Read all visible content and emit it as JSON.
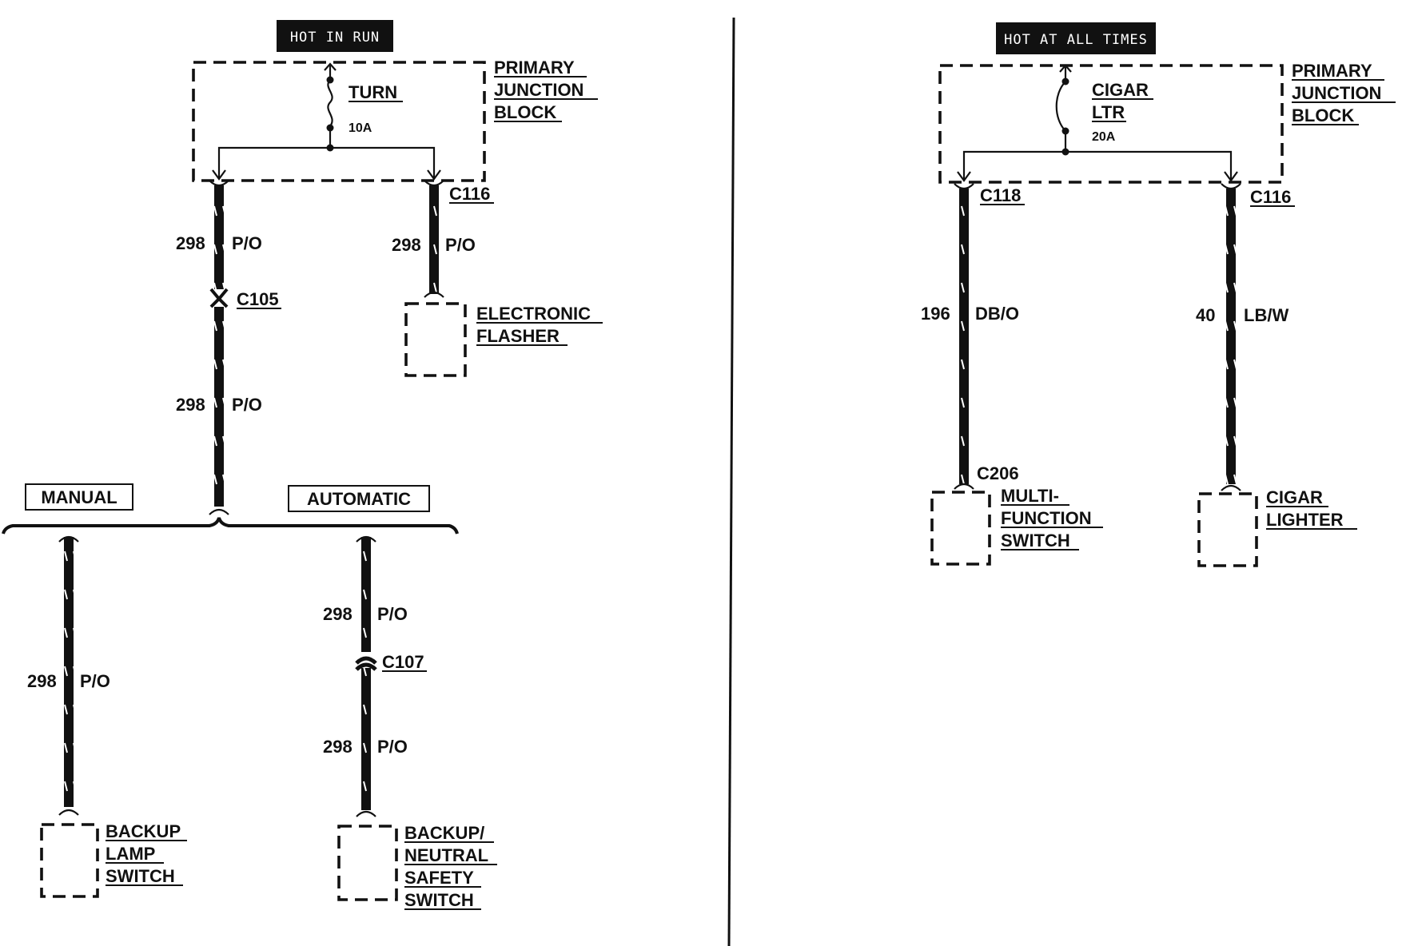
{
  "left": {
    "power_label": "HOT IN RUN",
    "junction": {
      "l1": "PRIMARY",
      "l2": "JUNCTION",
      "l3": "BLOCK"
    },
    "fuse": {
      "name": "TURN",
      "rating": "10A"
    },
    "connectors": {
      "c116": "C116",
      "c105": "C105",
      "c107": "C107"
    },
    "wires": {
      "circuit": "298",
      "color": "P/O"
    },
    "flasher": {
      "l1": "ELECTRONIC",
      "l2": "FLASHER"
    },
    "options": {
      "manual": "MANUAL",
      "automatic": "AUTOMATIC"
    },
    "backup_lamp": {
      "l1": "BACKUP",
      "l2": "LAMP",
      "l3": "SWITCH"
    },
    "neutral_safety": {
      "l1": "BACKUP/",
      "l2": "NEUTRAL",
      "l3": "SAFETY",
      "l4": "SWITCH"
    }
  },
  "right": {
    "power_label": "HOT AT ALL TIMES",
    "junction": {
      "l1": "PRIMARY",
      "l2": "JUNCTION",
      "l3": "BLOCK"
    },
    "fuse": {
      "l1": "CIGAR",
      "l2": "LTR",
      "rating": "20A"
    },
    "connectors": {
      "c118": "C118",
      "c116": "C116",
      "c206": "C206"
    },
    "wire_a": {
      "circuit": "196",
      "color": "DB/O"
    },
    "wire_b": {
      "circuit": "40",
      "color": "LB/W"
    },
    "mfs": {
      "l1": "MULTI-",
      "l2": "FUNCTION",
      "l3": "SWITCH"
    },
    "lighter": {
      "l1": "CIGAR",
      "l2": "LIGHTER"
    }
  }
}
